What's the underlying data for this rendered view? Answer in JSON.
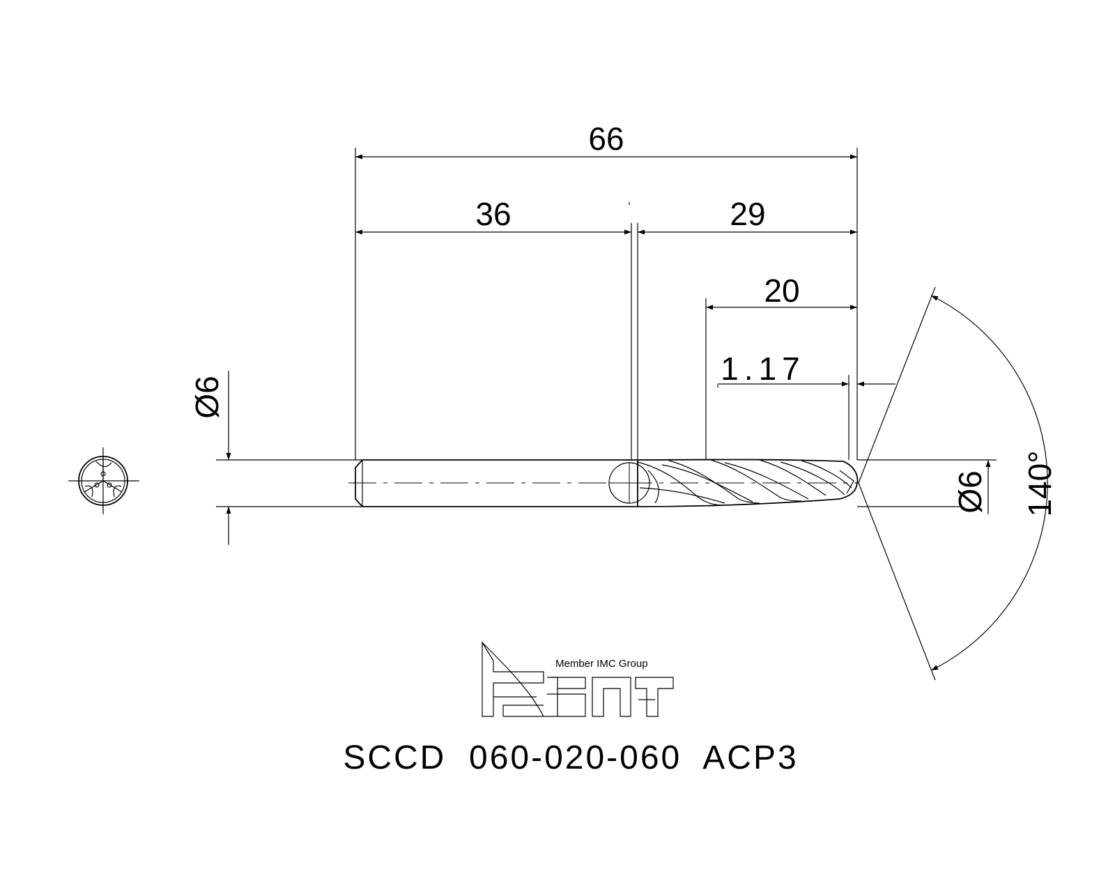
{
  "dimensions": {
    "overall_length": "66",
    "shank_length": "36",
    "flute_length": "29",
    "cutting_length": "20",
    "point_length": "1.17",
    "shank_diameter": "Ø6",
    "cutting_diameter": "Ø6",
    "point_angle": "140°"
  },
  "brand": {
    "member_text": "Member IMC Group",
    "logo_name": "iscar-logo"
  },
  "product": {
    "code": "SCCD  060-020-060  ACP3"
  }
}
